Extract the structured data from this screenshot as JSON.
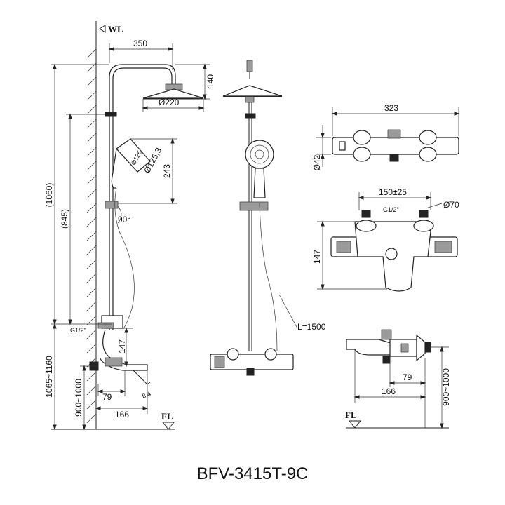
{
  "labels": {
    "wall": "WL",
    "floor_left": "FL",
    "floor_right": "FL",
    "model": "BFV-3415T-9C"
  },
  "dimensions": {
    "arm_length": "350",
    "arm_height": "140",
    "rain_head_dia": "Ø220",
    "hand_shower_dia": "Ø125",
    "hand_shower_dia2": "Ø125,3",
    "hand_holder_height": "243",
    "height_1060": "(1060)",
    "height_845": "(845)",
    "angle": "90°",
    "thread_left": "G1/2\"",
    "mixer_height_left": "147",
    "spout_79_left": "79",
    "spout_166_left": "166",
    "range_1065_1160": "1065~1160",
    "range_900_1000_left": "900~1000",
    "spout_angle": "8.4",
    "hose_length": "L=1500",
    "body_width": "323",
    "body_dia": "Ø42",
    "centers": "150±25",
    "thread_right": "G1/2\"",
    "flange_dia": "Ø70",
    "mixer_height_right": "147",
    "spout_79_right": "79",
    "spout_166_right": "166",
    "range_900_1000_right": "900~1000"
  }
}
